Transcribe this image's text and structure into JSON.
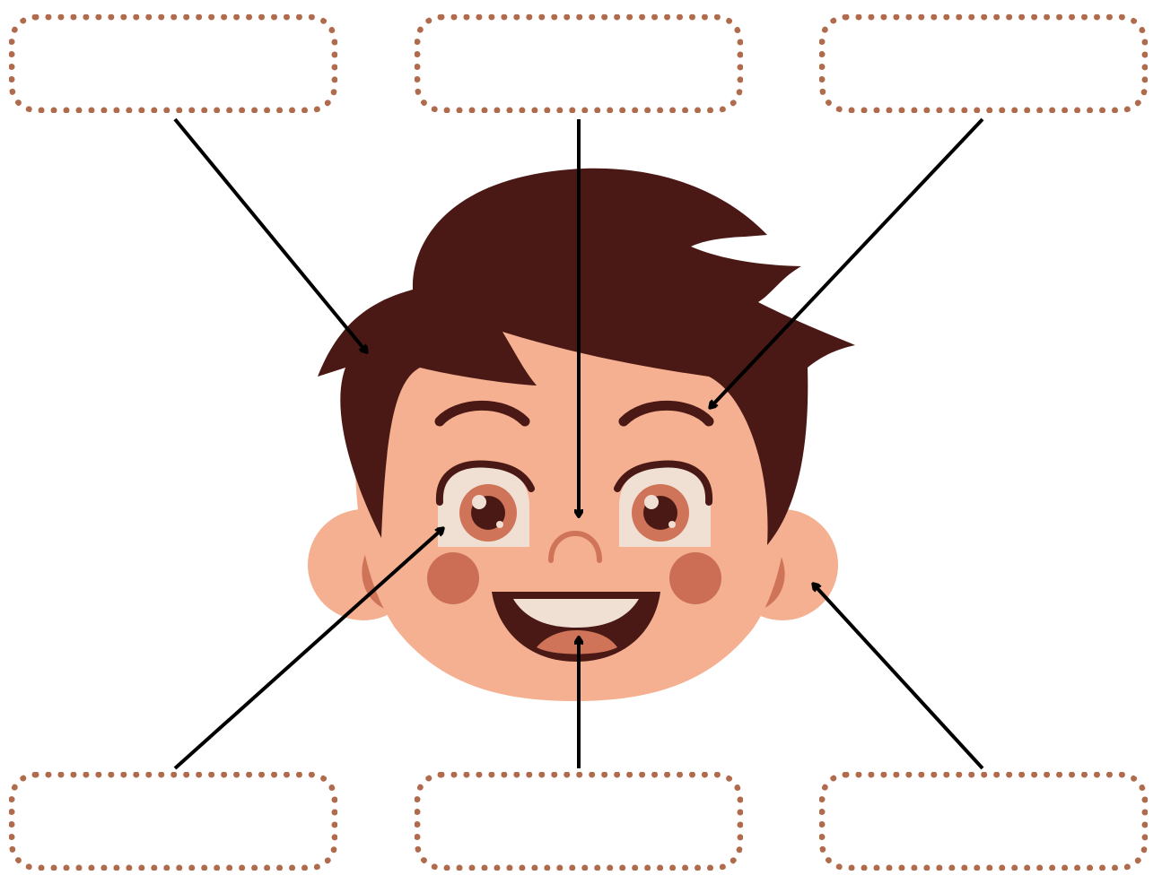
{
  "colors": {
    "box_border": "#b06a4c",
    "hair": "#4a1915",
    "skin": "#f4b090",
    "ear_inner": "#cf7458",
    "cheek": "#cc6e56",
    "eye_white": "#f0e0d4",
    "iris": "#cf7458",
    "pupil": "#4a1915",
    "eyebrow": "#4a1915",
    "nose": "#cf7458",
    "mouth": "#4a1915",
    "teeth": "#f0e0d4",
    "tongue": "#cf7458",
    "arrow": "#000000"
  },
  "label_boxes": [
    {
      "id": "top-left",
      "value": "",
      "placeholder": "",
      "points_to": "hair"
    },
    {
      "id": "top-center",
      "value": "",
      "placeholder": "",
      "points_to": "nose"
    },
    {
      "id": "top-right",
      "value": "",
      "placeholder": "",
      "points_to": "eyebrow"
    },
    {
      "id": "bottom-left",
      "value": "",
      "placeholder": "",
      "points_to": "eye"
    },
    {
      "id": "bottom-center",
      "value": "",
      "placeholder": "",
      "points_to": "mouth"
    },
    {
      "id": "bottom-right",
      "value": "",
      "placeholder": "",
      "points_to": "ear"
    }
  ],
  "icons": {
    "face": "boy-face-icon",
    "arrow": "arrow-icon"
  }
}
